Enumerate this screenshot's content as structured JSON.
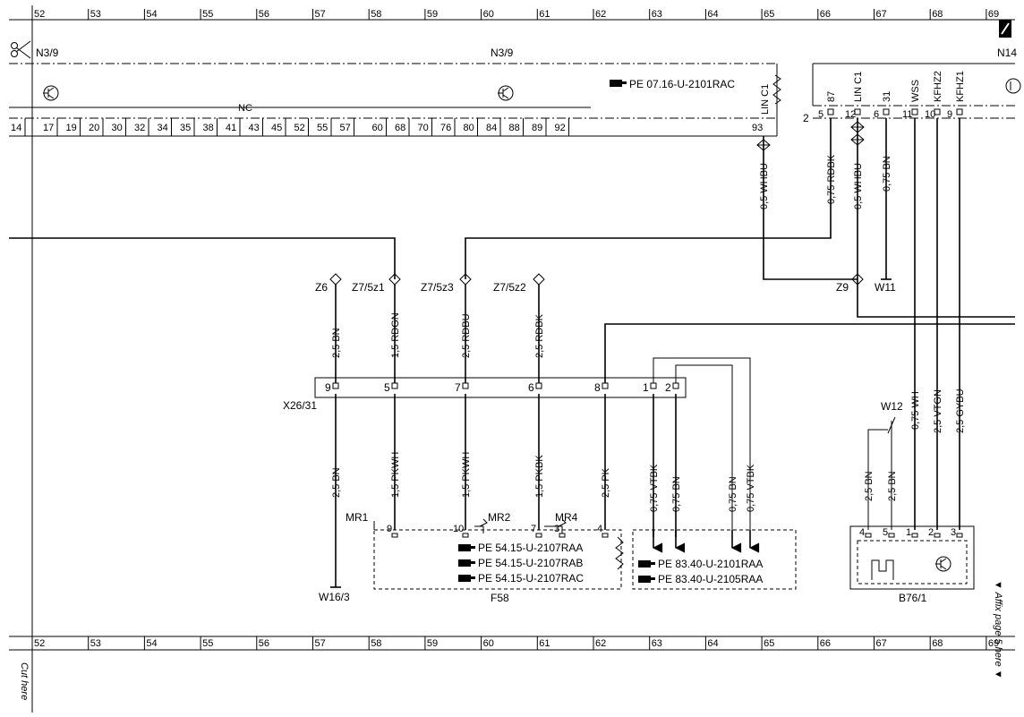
{
  "ruler": {
    "top": [
      "52",
      "53",
      "54",
      "55",
      "56",
      "57",
      "58",
      "59",
      "60",
      "61",
      "62",
      "63",
      "64",
      "65",
      "66",
      "67",
      "68",
      "69"
    ],
    "bottom": [
      "52",
      "53",
      "54",
      "55",
      "56",
      "57",
      "58",
      "59",
      "60",
      "61",
      "62",
      "63",
      "64",
      "65",
      "66",
      "67",
      "68",
      "69"
    ]
  },
  "cut_here": "Cut here",
  "affix_page": "▼ Affix page 5 here ▼",
  "n39": {
    "label_left": "N3/9",
    "label_center": "N3/9",
    "reference": "PE 07.16-U-2101RAC",
    "nc": "NC",
    "pins": [
      "14",
      "17",
      "19",
      "20",
      "30",
      "32",
      "34",
      "35",
      "38",
      "41",
      "43",
      "45",
      "52",
      "55",
      "57",
      "60",
      "68",
      "70",
      "76",
      "80",
      "84",
      "88",
      "89",
      "92"
    ],
    "lin_label": "LIN C1",
    "lin_pin": "93"
  },
  "n14": {
    "label": "N14",
    "connector": "2",
    "pin_labels": [
      "87",
      "LIN C1",
      "31",
      "WSS",
      "KFHZ2",
      "KFHZ1"
    ],
    "pins": [
      "5",
      "12",
      "6",
      "11",
      "10",
      "9"
    ]
  },
  "wires": {
    "lin_n39": "0,5 WHBU",
    "rdbk_n14": "0,75 RDBK",
    "lin_n14": "0,5 WHBU",
    "bn_n14": "0,75 BN",
    "z6": "2,5 BN",
    "z7z1": "1,5 RDGN",
    "z7z3": "2,5 RDBU",
    "z7z2": "2,5 RDBK",
    "x9": "2,5 BN",
    "x5": "1,5 PKWH",
    "x7": "1,5 PKWH",
    "x6": "1,5 PKBK",
    "x8": "2,5 PK",
    "x1": "0,75 VTBK",
    "x2": "0,75 BN",
    "b1": "0,75 BN",
    "b2": "0,75 VTBK",
    "wh": "0,75 WH",
    "vtgn": "2,5 VTGN",
    "gybu": "2,5 GYBU",
    "w12a": "2,5 BN",
    "w12b": "2,5 BN"
  },
  "splices": {
    "z6": "Z6",
    "z7z1": "Z7/5z1",
    "z7z3": "Z7/5z3",
    "z7z2": "Z7/5z2",
    "z9": "Z9"
  },
  "grounds": {
    "w11": "W11",
    "w16": "W16/3",
    "w12": "W12"
  },
  "x2631": {
    "label": "X26/31",
    "pins": [
      "9",
      "5",
      "7",
      "6",
      "8",
      "1",
      "2"
    ]
  },
  "f58": {
    "label": "F58",
    "mr1": "MR1",
    "mr2": "MR2",
    "mr4": "MR4",
    "pins": [
      "9",
      "10",
      "7",
      "3",
      "4"
    ],
    "refs": [
      "PE 54.15-U-2107RAA",
      "PE 54.15-U-2107RAB",
      "PE 54.15-U-2107RAC"
    ]
  },
  "box63": {
    "refs": [
      "PE 83.40-U-2101RAA",
      "PE 83.40-U-2105RAA"
    ]
  },
  "b761": {
    "label": "B76/1",
    "pins": [
      "4",
      "5",
      "1",
      "2",
      "3"
    ]
  }
}
